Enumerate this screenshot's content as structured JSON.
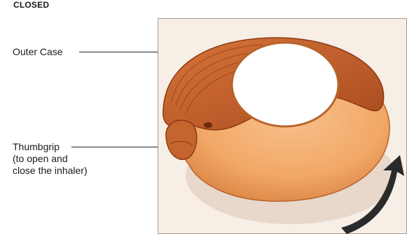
{
  "heading": "CLOSED",
  "labels": {
    "outer_case": "Outer Case",
    "thumbgrip_line1": "Thumbgrip",
    "thumbgrip_line2": "(to open and",
    "thumbgrip_line3": "close the inhaler)"
  },
  "colors": {
    "frame_border": "#a89a90",
    "frame_bg": "#f7eee6",
    "outer_case": "#c4642e",
    "outer_case_shadow": "#8c3a14",
    "body_light": "#f2a868",
    "body_shadow": "#d57d3c",
    "window": "#ffffff",
    "arrow": "#2a2a2a"
  },
  "icons": {
    "arrow": "curved-arrow-icon"
  }
}
